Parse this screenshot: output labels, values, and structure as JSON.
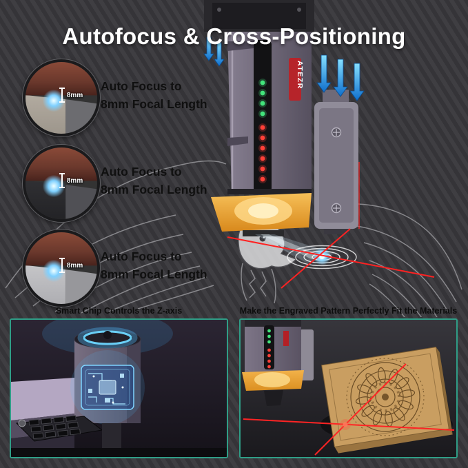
{
  "title": "Autofocus & Cross-Positioning",
  "features": [
    {
      "line1": "Auto Focus to",
      "line2": "8mm Focal Length",
      "measure": "8mm"
    },
    {
      "line1": "Auto Focus to",
      "line2": "8mm Focal Length",
      "measure": "8mm"
    },
    {
      "line1": "Auto Focus to",
      "line2": "8mm Focal Length",
      "measure": "8mm"
    }
  ],
  "machine": {
    "brand": "ATEZR"
  },
  "panels": [
    {
      "caption": "Smart Chip Controls the Z-axis"
    },
    {
      "caption": "Make the Engraved Pattern Perfectly Fit the Materials"
    }
  ],
  "colors": {
    "accent_teal": "#2f9e87",
    "laser_red": "#ff2222",
    "arrow_blue": "#2f9df0",
    "led_green": "#43e57c",
    "led_red": "#ff4038",
    "module_orange": "#eda636",
    "background_gray": "#3a393c",
    "title_white": "#ffffff"
  }
}
